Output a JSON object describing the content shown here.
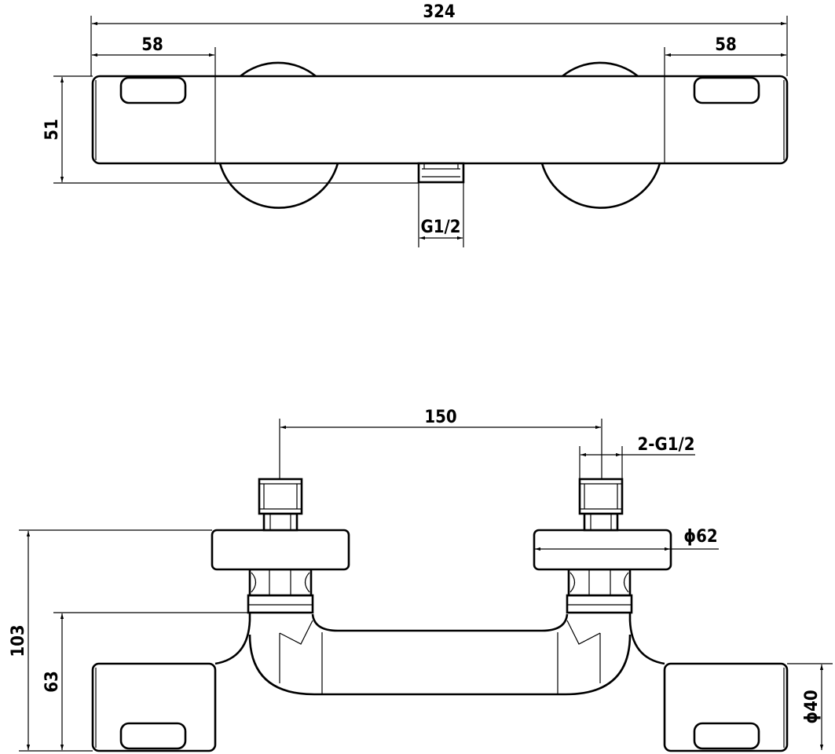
{
  "top_view": {
    "overall_width": "324",
    "left_handle_width": "58",
    "right_handle_width": "58",
    "body_height": "51",
    "outlet_thread": "G1/2"
  },
  "front_view": {
    "inlet_spacing": "150",
    "inlet_thread": "2-G1/2",
    "flange_diameter": "ϕ62",
    "total_height": "103",
    "axis_height": "63",
    "body_diameter": "ϕ40"
  }
}
